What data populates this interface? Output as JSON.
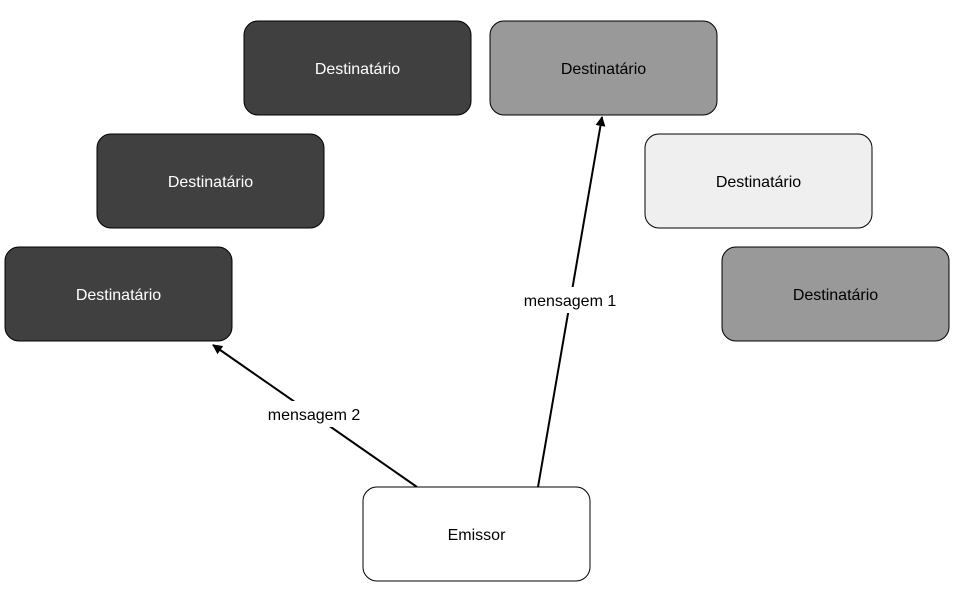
{
  "diagram": {
    "nodes": [
      {
        "id": "dest-top-left",
        "label": "Destinatário",
        "fill": "#404040",
        "text_color": "#ffffff"
      },
      {
        "id": "dest-top-right",
        "label": "Destinatário",
        "fill": "#999999",
        "text_color": "#000000"
      },
      {
        "id": "dest-mid-left",
        "label": "Destinatário",
        "fill": "#404040",
        "text_color": "#ffffff"
      },
      {
        "id": "dest-mid-right",
        "label": "Destinatário",
        "fill": "#efefef",
        "text_color": "#000000"
      },
      {
        "id": "dest-low-left",
        "label": "Destinatário",
        "fill": "#404040",
        "text_color": "#ffffff"
      },
      {
        "id": "dest-low-right",
        "label": "Destinatário",
        "fill": "#999999",
        "text_color": "#000000"
      },
      {
        "id": "emissor",
        "label": "Emissor",
        "fill": "#ffffff",
        "text_color": "#000000"
      }
    ],
    "edges": [
      {
        "id": "edge-mensagem-1",
        "from": "emissor",
        "to": "dest-top-right",
        "label": "mensagem 1"
      },
      {
        "id": "edge-mensagem-2",
        "from": "emissor",
        "to": "dest-low-left",
        "label": "mensagem 2"
      }
    ]
  }
}
